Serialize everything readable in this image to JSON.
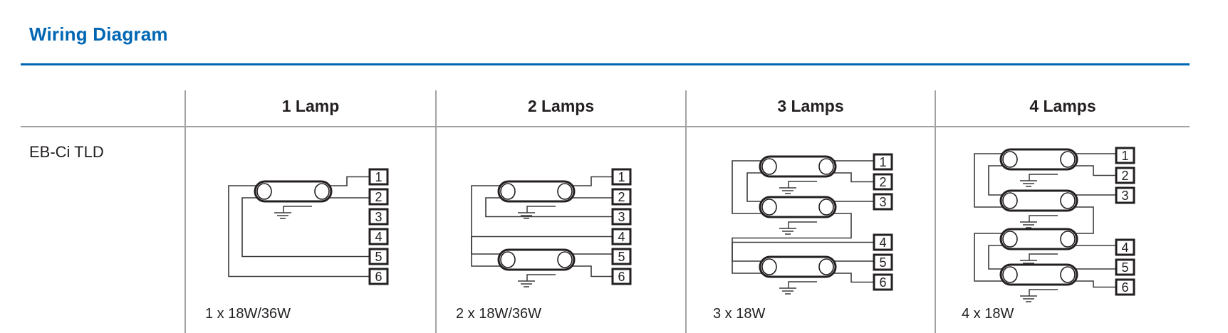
{
  "title": "Wiring Diagram",
  "table": {
    "row_label": "EB-Ci TLD",
    "columns": [
      {
        "header": "1 Lamp",
        "caption": "1 x 18W/36W",
        "lamp_count": 1,
        "terminals": [
          "1",
          "2",
          "3",
          "4",
          "5",
          "6"
        ],
        "connections": [
          {
            "terminal": "1",
            "lamp": 1,
            "pin": "right-top"
          },
          {
            "terminal": "2",
            "lamp": 1,
            "pin": "right-bottom"
          },
          {
            "terminal": "5",
            "lamp": 1,
            "pin": "left-bottom"
          },
          {
            "terminal": "6",
            "lamp": 1,
            "pin": "left-top"
          }
        ],
        "links": []
      },
      {
        "header": "2 Lamps",
        "caption": "2 x 18W/36W",
        "lamp_count": 2,
        "terminals": [
          "1",
          "2",
          "3",
          "4",
          "5",
          "6"
        ],
        "connections": [
          {
            "terminal": "1",
            "lamp": 1,
            "pin": "right-top"
          },
          {
            "terminal": "2",
            "lamp": 1,
            "pin": "right-bottom"
          },
          {
            "terminal": "3",
            "lamp": 1,
            "pin": "left-bottom"
          },
          {
            "terminal": "4",
            "lamp": 2,
            "pin": "left-top"
          },
          {
            "terminal": "5",
            "lamp": 2,
            "pin": "right-top"
          },
          {
            "terminal": "6",
            "lamp": 2,
            "pin": "right-bottom"
          }
        ],
        "links": [
          {
            "from": {
              "lamp": 1,
              "pin": "left-top"
            },
            "to": {
              "lamp": 2,
              "pin": "left-bottom"
            }
          }
        ]
      },
      {
        "header": "3 Lamps",
        "caption": "3 x 18W",
        "lamp_count": 3,
        "terminals": [
          "1",
          "2",
          "3",
          "4",
          "5",
          "6"
        ],
        "connections": [
          {
            "terminal": "1",
            "lamp": 1,
            "pin": "right-top"
          },
          {
            "terminal": "2",
            "lamp": 1,
            "pin": "right-bottom"
          },
          {
            "terminal": "3",
            "lamp": 2,
            "pin": "right-top"
          },
          {
            "terminal": "4",
            "lamp": 3,
            "pin": "left-top"
          },
          {
            "terminal": "5",
            "lamp": 3,
            "pin": "right-top"
          },
          {
            "terminal": "6",
            "lamp": 3,
            "pin": "right-bottom"
          }
        ],
        "links": [
          {
            "from": {
              "lamp": 1,
              "pin": "left-top"
            },
            "to": {
              "lamp": 2,
              "pin": "left-bottom"
            }
          },
          {
            "from": {
              "lamp": 1,
              "pin": "left-bottom"
            },
            "to": {
              "lamp": 2,
              "pin": "left-top"
            }
          },
          {
            "from": {
              "lamp": 2,
              "pin": "right-bottom"
            },
            "to": {
              "lamp": 3,
              "pin": "left-bottom"
            }
          }
        ]
      },
      {
        "header": "4 Lamps",
        "caption": "4 x 18W",
        "lamp_count": 4,
        "terminals": [
          "1",
          "2",
          "3",
          "4",
          "5",
          "6"
        ],
        "connections": [
          {
            "terminal": "1",
            "lamp": 1,
            "pin": "right-top"
          },
          {
            "terminal": "2",
            "lamp": 1,
            "pin": "right-bottom"
          },
          {
            "terminal": "3",
            "lamp": 2,
            "pin": "right-top"
          },
          {
            "terminal": "4",
            "lamp": 3,
            "pin": "right-bottom"
          },
          {
            "terminal": "5",
            "lamp": 4,
            "pin": "right-top"
          },
          {
            "terminal": "6",
            "lamp": 4,
            "pin": "right-bottom"
          }
        ],
        "links": [
          {
            "from": {
              "lamp": 1,
              "pin": "left-top"
            },
            "to": {
              "lamp": 2,
              "pin": "left-bottom"
            }
          },
          {
            "from": {
              "lamp": 1,
              "pin": "left-bottom"
            },
            "to": {
              "lamp": 2,
              "pin": "left-top"
            }
          },
          {
            "from": {
              "lamp": 2,
              "pin": "right-bottom"
            },
            "to": {
              "lamp": 3,
              "pin": "right-top"
            }
          },
          {
            "from": {
              "lamp": 3,
              "pin": "left-top"
            },
            "to": {
              "lamp": 4,
              "pin": "left-bottom"
            }
          },
          {
            "from": {
              "lamp": 3,
              "pin": "left-bottom"
            },
            "to": {
              "lamp": 4,
              "pin": "left-top"
            }
          }
        ]
      }
    ]
  },
  "colors": {
    "accent": "#0066b3",
    "grid": "#a3a3a3",
    "ink": "#231f20"
  }
}
